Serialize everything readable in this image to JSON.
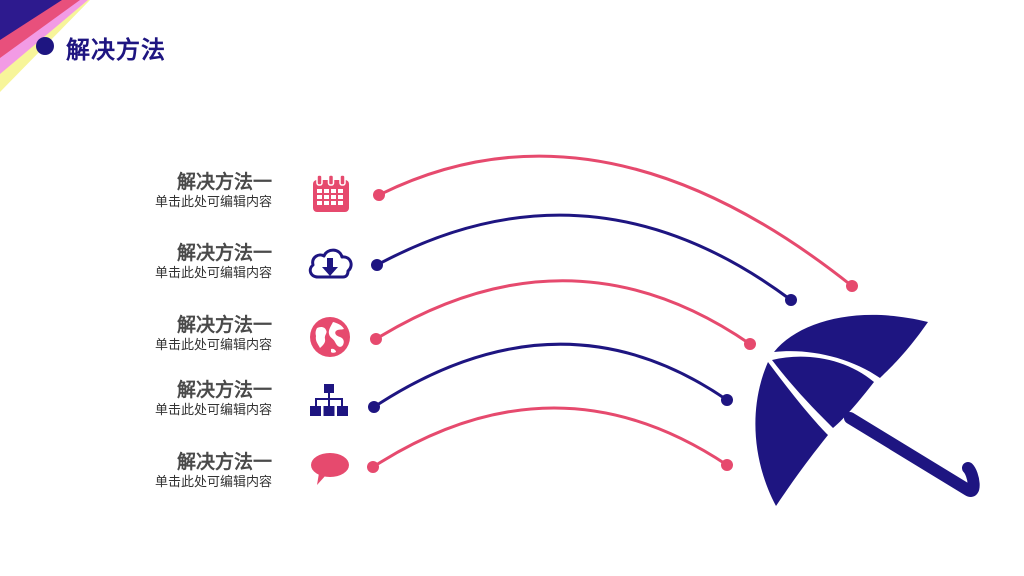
{
  "title": "解决方法",
  "colors": {
    "pink": "#e64a6e",
    "navy": "#1e1581",
    "text": "#4a4a4a"
  },
  "items": [
    {
      "title": "解决方法一",
      "description": "单击此处可编辑内容",
      "icon": "calendar-icon"
    },
    {
      "title": "解决方法一",
      "description": "单击此处可编辑内容",
      "icon": "cloud-download-icon"
    },
    {
      "title": "解决方法一",
      "description": "单击此处可编辑内容",
      "icon": "globe-icon"
    },
    {
      "title": "解决方法一",
      "description": "单击此处可编辑内容",
      "icon": "sitemap-icon"
    },
    {
      "title": "解决方法一",
      "description": "单击此处可编辑内容",
      "icon": "speech-bubble-icon"
    }
  ],
  "illustration": "umbrella-icon"
}
